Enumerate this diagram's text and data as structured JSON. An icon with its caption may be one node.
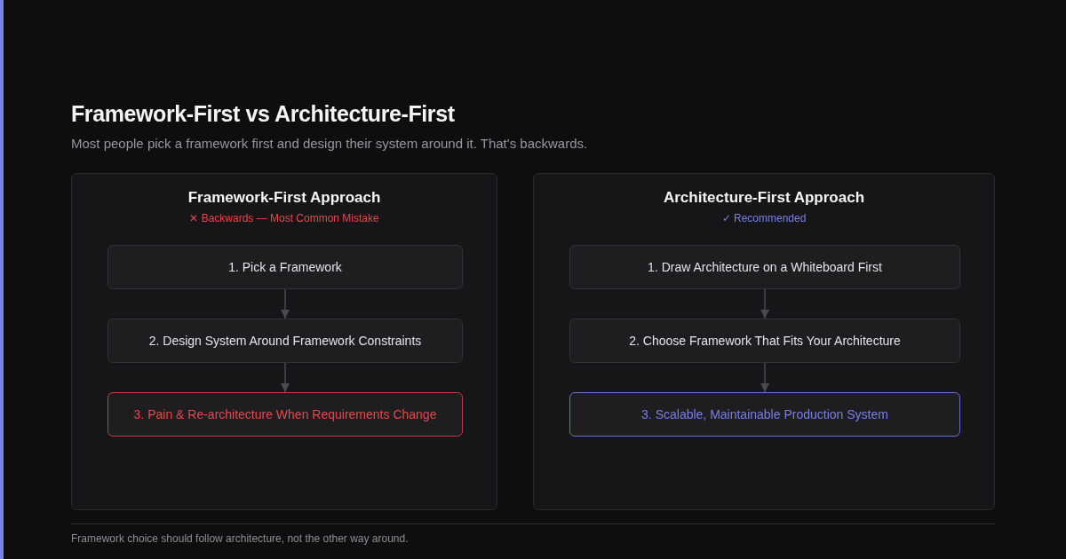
{
  "diagram": {
    "title": "Framework-First vs Architecture-First",
    "nodes": [
      {
        "text": [
          "Framework-First Approach",
          "✕ Backwards — Most Common Mistake"
        ]
      },
      {
        "text": [
          "1. Pick a Framework"
        ],
        "in": 0
      },
      {
        "text": [
          "2. Design System Around Framework Constraints"
        ],
        "in": 0
      },
      {
        "text": [
          "3. Pain & Re-architecture When Requirements Change"
        ],
        "in": 0
      },
      {
        "text": [
          "Architecture-First Approach",
          "✓ Recommended"
        ]
      },
      {
        "text": [
          "1. Draw Architecture on a Whiteboard First"
        ],
        "in": 4
      },
      {
        "text": [
          "2. Choose Framework That Fits Your Architecture"
        ],
        "in": 4
      },
      {
        "text": [
          "3. Scalable, Maintainable Production System"
        ],
        "in": 4
      }
    ],
    "edges": [
      {
        "from": 1,
        "to": 2,
        "arrow": "to"
      },
      {
        "from": 2,
        "to": 3,
        "arrow": "to"
      },
      {
        "from": 5,
        "to": 6,
        "arrow": "to"
      },
      {
        "from": 6,
        "to": 7,
        "arrow": "to"
      }
    ],
    "labels": [
      "Most people pick a framework first and design their system around it. That's backwards.",
      "Framework choice should follow architecture, not the other way around."
    ]
  }
}
